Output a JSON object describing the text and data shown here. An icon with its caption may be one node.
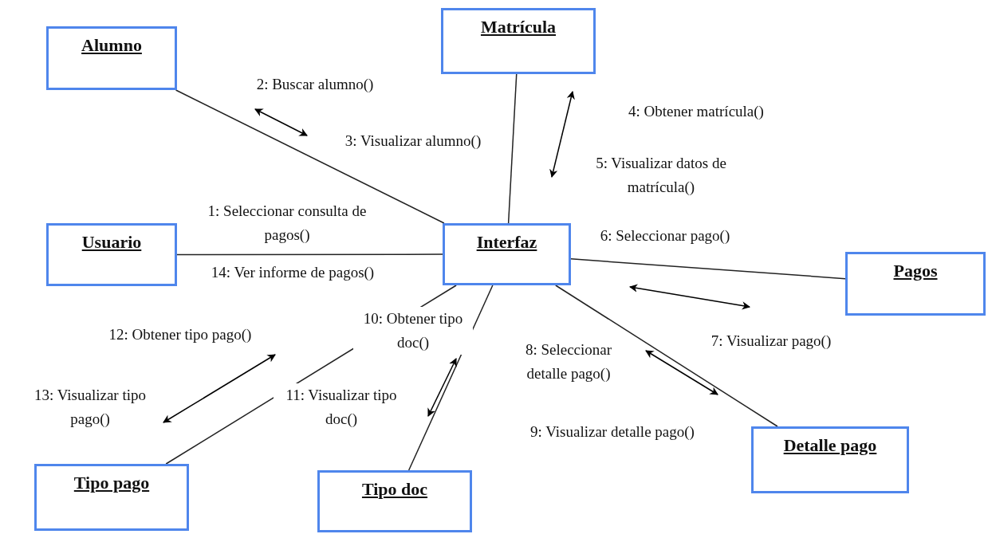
{
  "diagram": {
    "nodes": [
      {
        "text": [
          "Alumno"
        ]
      },
      {
        "text": [
          "Matrícula"
        ]
      },
      {
        "text": [
          "Usuario"
        ]
      },
      {
        "text": [
          "Interfaz"
        ]
      },
      {
        "text": [
          "Pagos"
        ]
      },
      {
        "text": [
          "Tipo pago"
        ]
      },
      {
        "text": [
          "Tipo doc"
        ]
      },
      {
        "text": [
          "Detalle pago"
        ]
      }
    ],
    "edges": [
      {
        "from": 0,
        "to": 3,
        "arrow": "none"
      },
      {
        "from": 1,
        "to": 3,
        "arrow": "none"
      },
      {
        "from": 2,
        "to": 3,
        "arrow": "none"
      },
      {
        "from": 3,
        "to": 4,
        "arrow": "none"
      },
      {
        "from": 3,
        "to": 7,
        "arrow": "none"
      },
      {
        "from": 3,
        "to": 5,
        "arrow": "none"
      },
      {
        "from": 3,
        "to": 6,
        "arrow": "none"
      }
    ],
    "labels": [
      "2: Buscar alumno()",
      "4: Obtener matrícula()",
      "3: Visualizar alumno()",
      "5: Visualizar datos de matrícula()",
      "1: Seleccionar consulta de pagos()",
      "6: Seleccionar pago()",
      "14: Ver informe de pagos()",
      "12: Obtener tipo pago()",
      "10: Obtener tipo doc()",
      "7: Visualizar pago()",
      "8: Seleccionar detalle pago()",
      "13: Visualizar tipo pago()",
      "11: Visualizar tipo doc()",
      "9: Visualizar detalle pago()"
    ]
  }
}
